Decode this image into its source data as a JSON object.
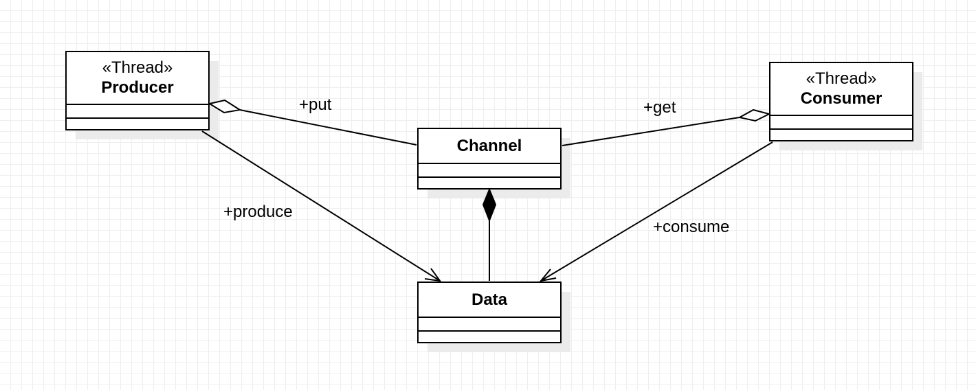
{
  "diagram": {
    "classes": {
      "producer": {
        "stereotype": "«Thread»",
        "name": "Producer"
      },
      "consumer": {
        "stereotype": "«Thread»",
        "name": "Consumer"
      },
      "channel": {
        "name": "Channel"
      },
      "data": {
        "name": "Data"
      }
    },
    "relations": {
      "put": "+put",
      "get": "+get",
      "produce": "+produce",
      "consume": "+consume"
    }
  }
}
